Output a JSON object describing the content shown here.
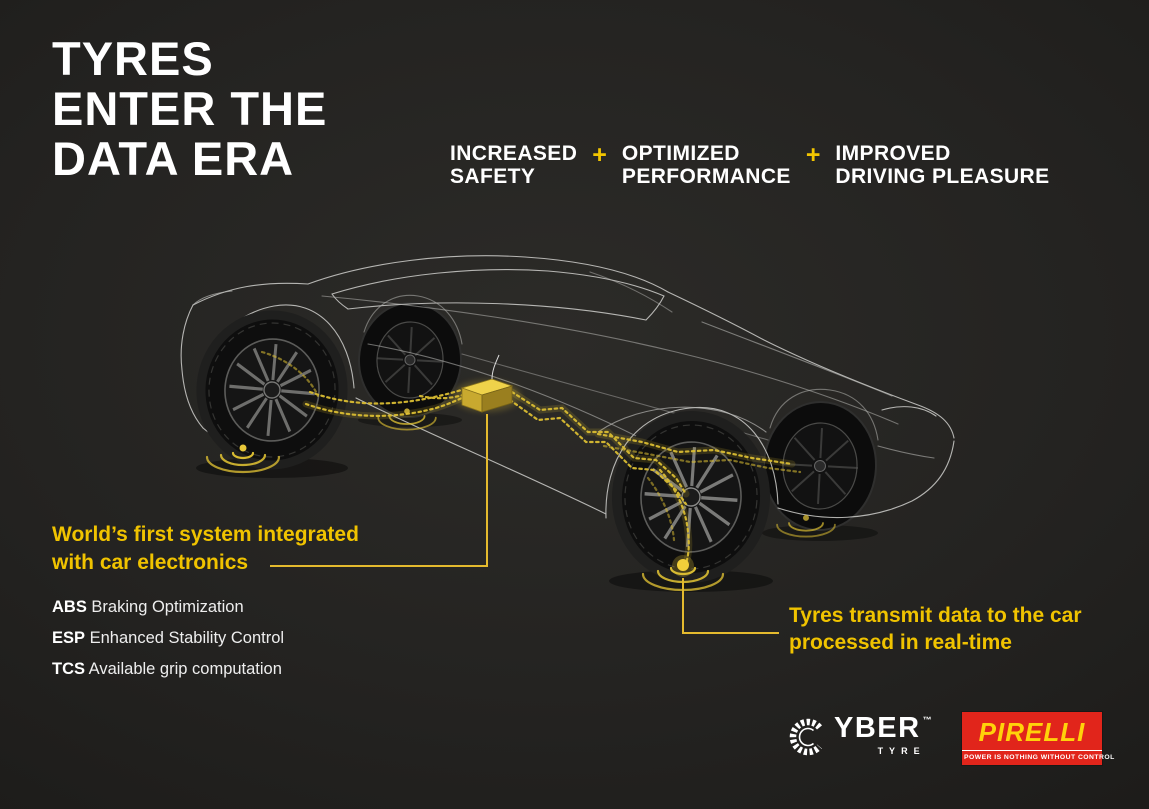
{
  "theme": {
    "background": "#232221",
    "accent_yellow": "#f0c300",
    "text_white": "#ffffff",
    "pirelli_red": "#e1251b",
    "pirelli_yellow": "#ffd20a"
  },
  "header": {
    "title_lines": [
      "TYRES",
      "ENTER THE",
      "DATA ERA"
    ],
    "separator": "+",
    "benefits": [
      {
        "lines": [
          "INCREASED",
          "SAFETY"
        ]
      },
      {
        "lines": [
          "OPTIMIZED",
          "PERFORMANCE"
        ]
      },
      {
        "lines": [
          "IMPROVED",
          "DRIVING PLEASURE"
        ]
      }
    ]
  },
  "callouts": {
    "left": {
      "title_lines": [
        "World’s first system integrated",
        "with car electronics"
      ],
      "features": [
        {
          "abbr": "ABS",
          "desc": " Braking Optimization"
        },
        {
          "abbr": "ESP",
          "desc": " Enhanced Stability Control"
        },
        {
          "abbr": "TCS",
          "desc": " Available grip computation"
        }
      ]
    },
    "right": {
      "title_lines": [
        "Tyres transmit data to the car",
        "processed in real-time"
      ]
    }
  },
  "logos": {
    "cyber": {
      "letters": "YBER",
      "tm": "™",
      "sub": "TYRE",
      "icon": "tyre-c-icon"
    },
    "pirelli": {
      "brand": "PIRELLI",
      "tagline": "POWER IS NOTHING WITHOUT CONTROL"
    }
  }
}
